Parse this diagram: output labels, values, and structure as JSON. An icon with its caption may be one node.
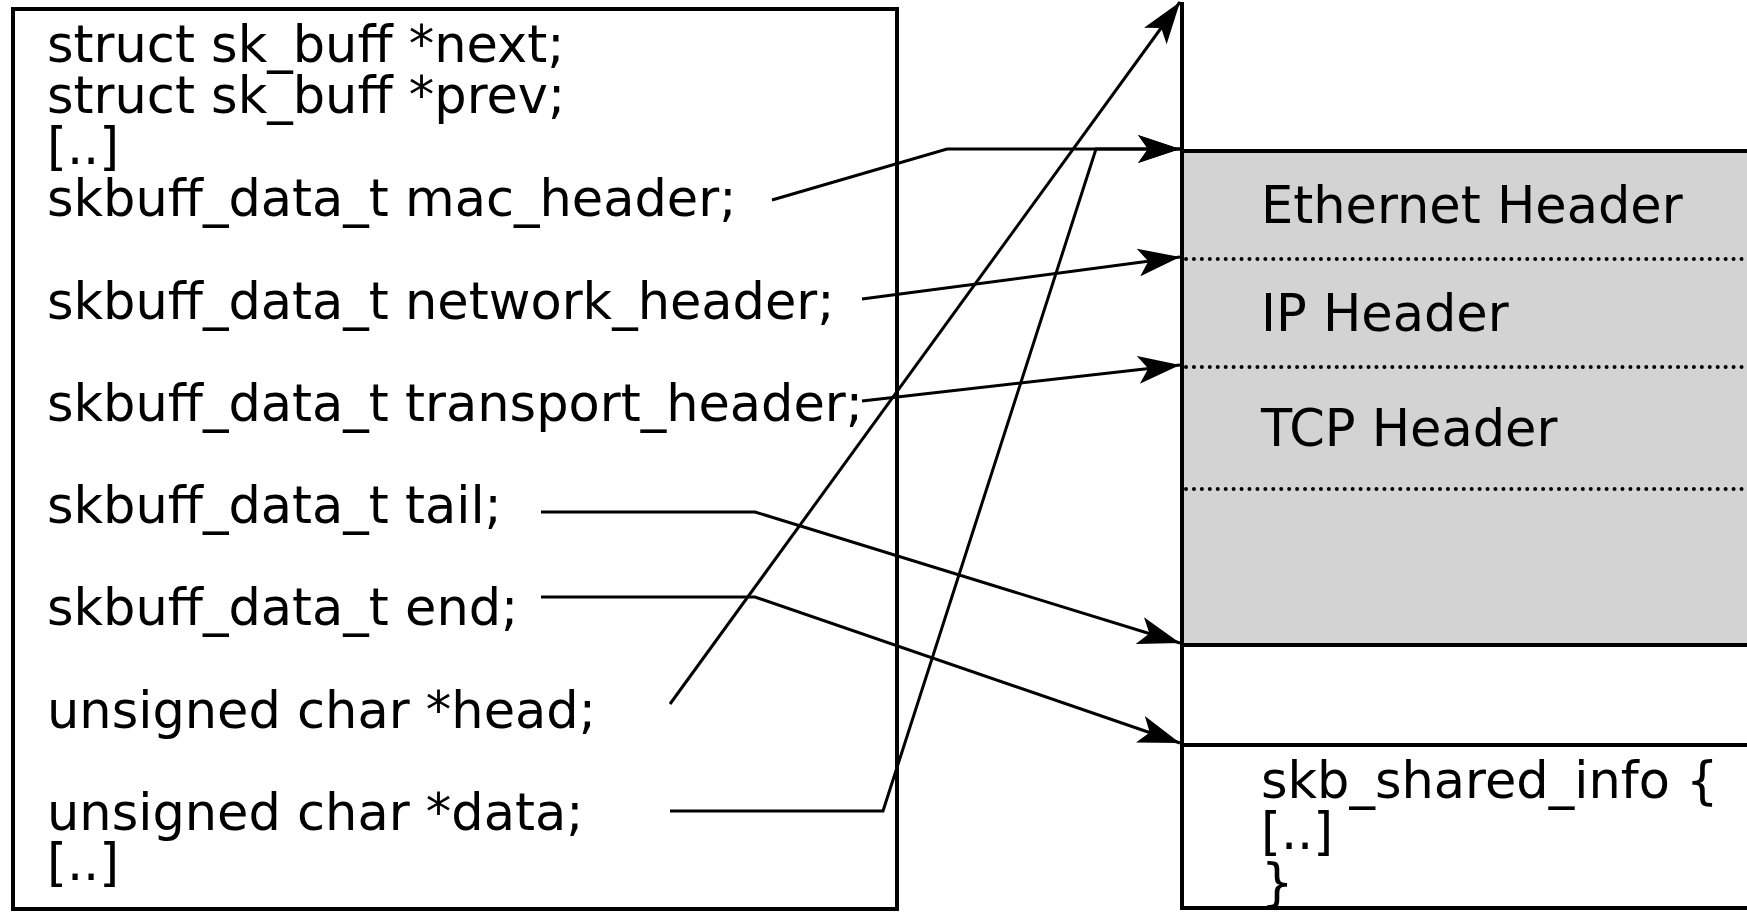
{
  "diagram": {
    "nodes": [
      {
        "text": [
          "struct sk_buff *next; struct sk_buff *prev; [..]",
          "[..]"
        ]
      },
      {
        "text": [
          "skbuff_data_t mac_header;"
        ],
        "in": 0
      },
      {
        "text": [
          "skbuff_data_t network_header;"
        ],
        "in": 0
      },
      {
        "text": [
          "skbuff_data_t transport_header;"
        ],
        "in": 0
      },
      {
        "text": [
          "skbuff_data_t tail;"
        ],
        "in": 0
      },
      {
        "text": [
          "skbuff_data_t end;"
        ],
        "in": 0
      },
      {
        "text": [
          "unsigned char *head;"
        ],
        "in": 0
      },
      {
        "text": [
          "unsigned char *data;"
        ],
        "in": 0
      },
      {
        "text": [],
        "shape": "box"
      },
      {
        "text": [],
        "shape": "box",
        "in": 8
      },
      {
        "text": [
          "Ethernet Header"
        ],
        "in": 8
      },
      {
        "text": [
          "IP Header"
        ],
        "in": 8
      },
      {
        "text": [
          "TCP Header"
        ],
        "in": 8
      },
      {
        "text": [],
        "shape": "box",
        "in": 8
      },
      {
        "text": [],
        "shape": "box",
        "in": 8
      },
      {
        "text": [
          "skb_shared_info {",
          "[..]",
          "}"
        ],
        "in": 8
      }
    ],
    "edges": [
      {
        "from": 1,
        "to": 10,
        "arrow": "to"
      },
      {
        "from": 2,
        "to": 11,
        "arrow": "to"
      },
      {
        "from": 3,
        "to": 12,
        "arrow": "to"
      },
      {
        "from": 4,
        "to": 13,
        "arrow": "to"
      },
      {
        "from": 5,
        "to": 15,
        "arrow": "to"
      },
      {
        "from": 6,
        "to": 9,
        "arrow": "to"
      },
      {
        "from": 7,
        "to": 10,
        "arrow": "to"
      }
    ]
  }
}
